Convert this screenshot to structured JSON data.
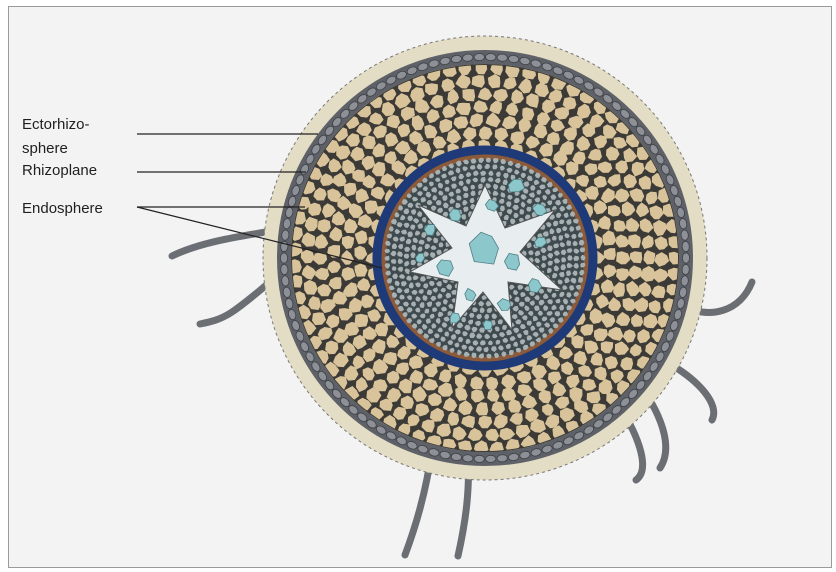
{
  "labels": {
    "ectorhizo": "Ectorhizo-",
    "sphere": "sphere",
    "rhizoplane": "Rhizoplane",
    "endosphere": "Endosphere"
  },
  "colors": {
    "background": "#f3f3f3",
    "rhizosphere_halo": "#e4ddc5",
    "epidermis": "#5e6268",
    "cortex_cell": "#d9c39a",
    "cortex_wall": "#3b3a36",
    "endodermis": "#1f3a78",
    "pericycle": "#8a5a3a",
    "xylem": "#8cc7cc",
    "phloem": "#4d5a5e",
    "root_hair": "#6b6f74"
  }
}
